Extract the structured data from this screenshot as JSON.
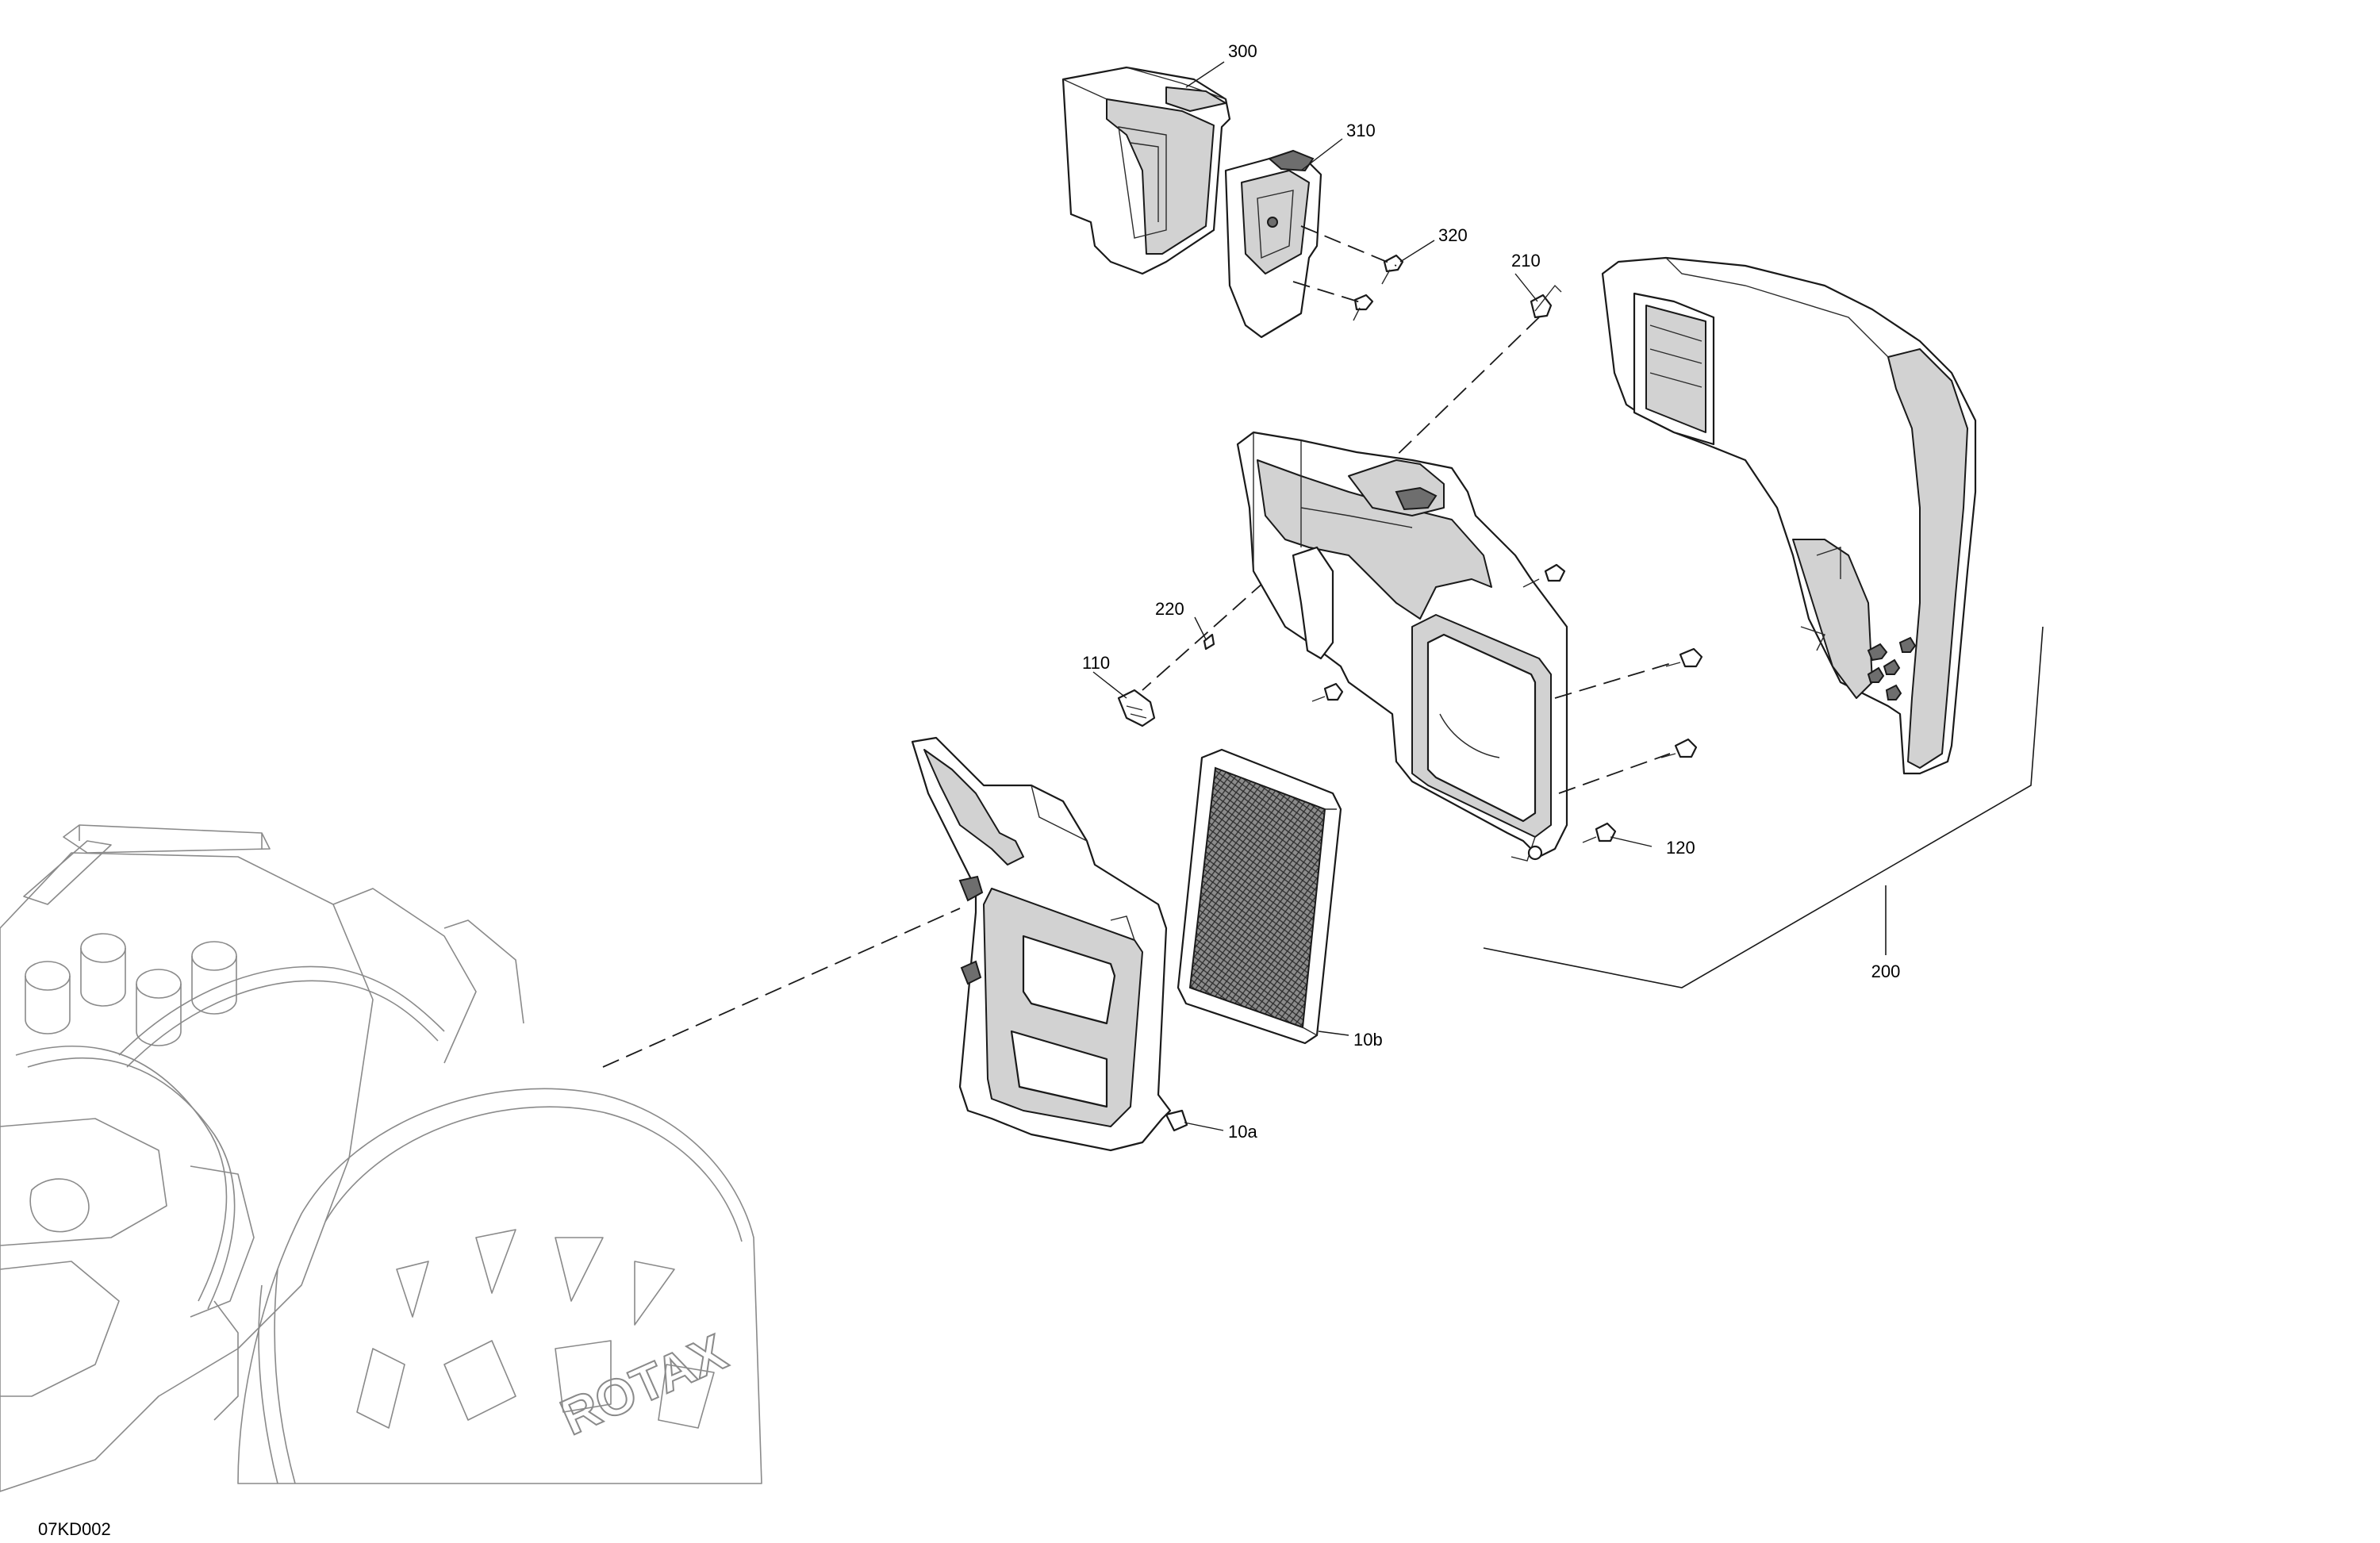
{
  "diagram": {
    "drawing_id": "07KD002",
    "callouts": [
      {
        "key": "p300",
        "text": "300"
      },
      {
        "key": "p310",
        "text": "310"
      },
      {
        "key": "p320",
        "text": "320"
      },
      {
        "key": "p210",
        "text": "210"
      },
      {
        "key": "p220",
        "text": "220"
      },
      {
        "key": "p110",
        "text": "110"
      },
      {
        "key": "p120",
        "text": "120"
      },
      {
        "key": "p200",
        "text": "200"
      },
      {
        "key": "p10b",
        "text": "10b"
      },
      {
        "key": "p10a",
        "text": "10a"
      }
    ],
    "engine_brand_mark": "ROTAX"
  }
}
